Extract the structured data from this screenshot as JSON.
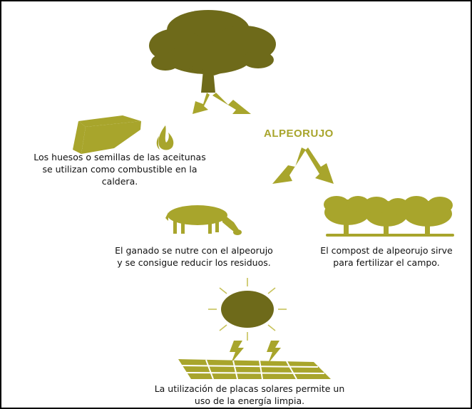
{
  "diagram": {
    "hub_label": "ALPEORUJO",
    "captions": {
      "combustible": "Los huesos o semillas de las aceitunas\nse utilizan como combustible en la\ncaldera.",
      "ganado": "El ganado se nutre con el alpeorujo\ny se consigue reducir los residuos.",
      "compost": "El compost de alpeorujo sirve\npara fertilizar el campo.",
      "solar": "La utilización de placas solares permite un\nuso de la energía limpia."
    },
    "colors": {
      "tree": "#6e6a1a",
      "accent": "#a8a52c",
      "light": "#c7c25a",
      "sun": "#6e6a1a",
      "text": "#111111"
    },
    "icons": [
      "olive-tree-icon",
      "fuel-chute-icon",
      "flame-icon",
      "sheep-icon",
      "olive-grove-icon",
      "sun-icon",
      "lightning-icon",
      "solar-panel-icon"
    ]
  }
}
